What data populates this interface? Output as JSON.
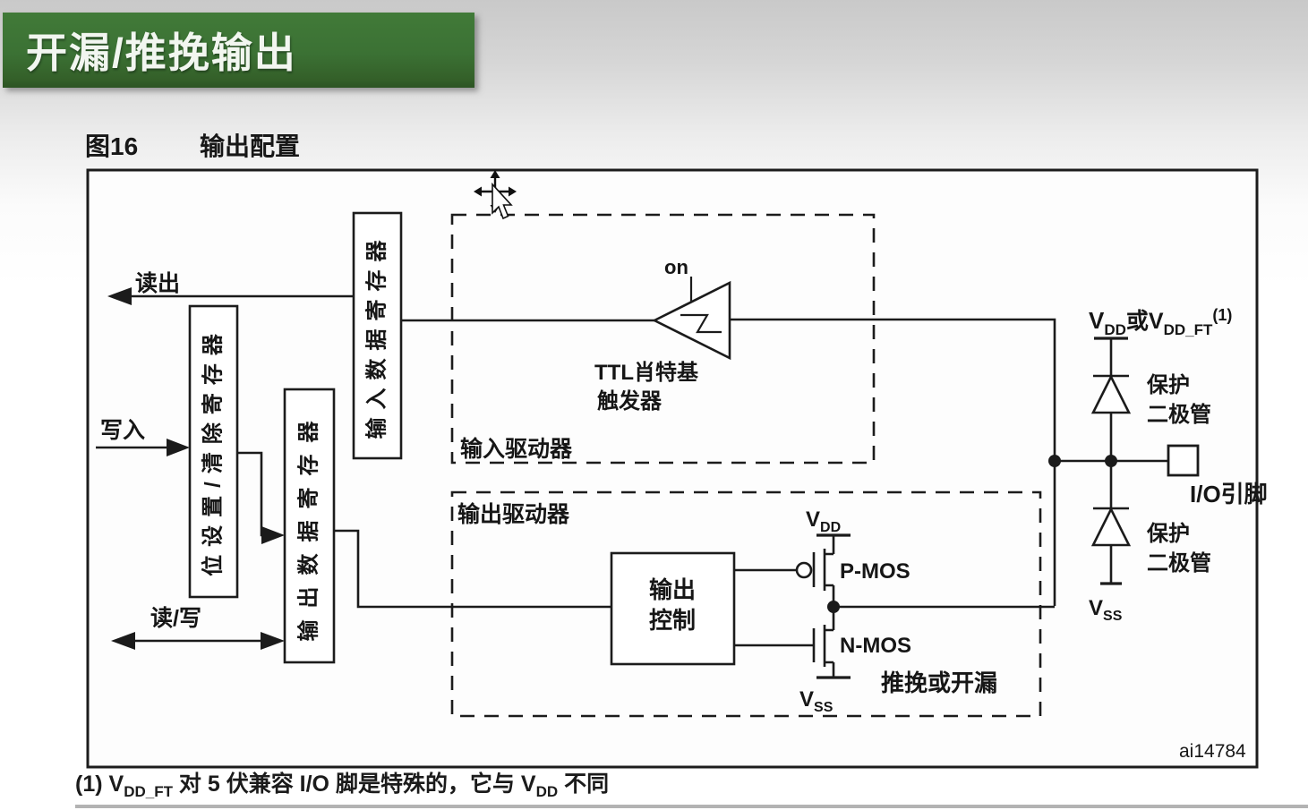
{
  "banner": {
    "title": "开漏/推挽输出"
  },
  "figure": {
    "number": "图16",
    "caption": "输出配置",
    "code": "ai14784"
  },
  "diagram": {
    "read_out": "读出",
    "write_in": "写入",
    "read_write": "读/写",
    "registers": {
      "bit_set_clear": "位设置/清除寄存器",
      "output_data": "输出数据寄存器",
      "input_data": "输入数据寄存器"
    },
    "input_driver": "输入驱动器",
    "output_driver": "输出驱动器",
    "schmitt": {
      "on": "on",
      "line1": "TTL肖特基",
      "line2": "触发器"
    },
    "output_control": {
      "line1": "输出",
      "line2": "控制"
    },
    "pmos": "P-MOS",
    "nmos": "N-MOS",
    "push_pull_open_drain": "推挽或开漏",
    "vdd_top": {
      "p1": "V",
      "p2": "DD",
      "p3": "或V",
      "p4": "DD_FT",
      "p5": "(1)"
    },
    "vdd_pmos": {
      "p1": "V",
      "p2": "DD"
    },
    "vss_nmos": {
      "p1": "V",
      "p2": "SS"
    },
    "vss_diode": {
      "p1": "V",
      "p2": "SS"
    },
    "protection_diode": {
      "line1": "保护",
      "line2": "二极管"
    },
    "io_pin": "I/O引脚"
  },
  "footnote": {
    "p1": "(1) V",
    "p2": "DD_FT",
    "p3": " 对 5 伏兼容 I/O 脚是特殊的，它与 V",
    "p4": "DD",
    "p5": " 不同"
  },
  "colors": {
    "banner_green": "#3b7134",
    "ink": "#1b1b1b",
    "paper": "#ffffff"
  }
}
